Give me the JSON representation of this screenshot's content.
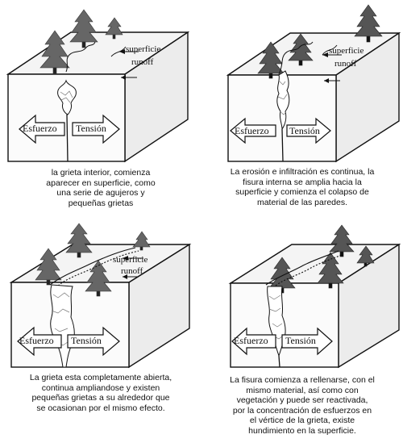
{
  "labels": {
    "surface": "superficie",
    "runoff": "runoff",
    "stress": "Esfuerzo",
    "tension": "Tensión"
  },
  "panels": [
    {
      "id": "p1",
      "caption": [
        "la grieta interior, comienza",
        "aparecer en superficie, como",
        "una serie de agujeros y",
        "pequeñas grietas"
      ]
    },
    {
      "id": "p2",
      "caption": [
        "La erosión e infiltración es continua, la",
        "fisura interna se amplia hacia la",
        "superficie y comienza el colapso de",
        "material de las paredes."
      ]
    },
    {
      "id": "p3",
      "caption": [
        "La grieta esta completamente abierta,",
        "continua ampliandose y existen",
        "pequeñas grietas a su alrededor que",
        "se ocasionan por el mismo efecto."
      ]
    },
    {
      "id": "p4",
      "caption": [
        "La fisura comienza a rellenarse, con el",
        "mismo material, así como con",
        "vegetación y  puede ser reactivada,",
        "por la concentración de esfuerzos  en",
        "el vértice de la grieta, existe",
        "hundimiento en la superficie."
      ]
    }
  ]
}
